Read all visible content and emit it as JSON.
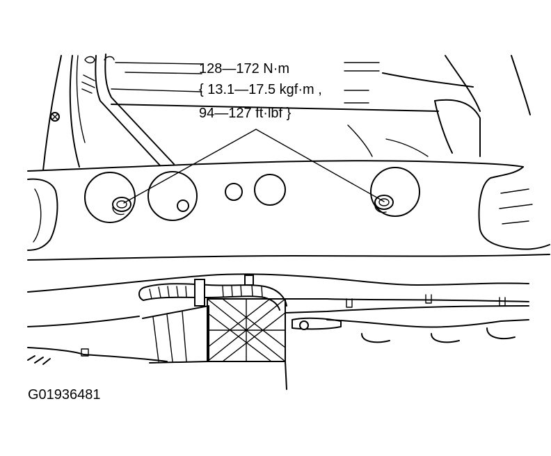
{
  "callout": {
    "line1": "128—172 N·m",
    "line2": "{ 13.1—17.5 kgf·m ,",
    "line3": "94—127 ft·lbf }"
  },
  "figure_id": "G01936481"
}
